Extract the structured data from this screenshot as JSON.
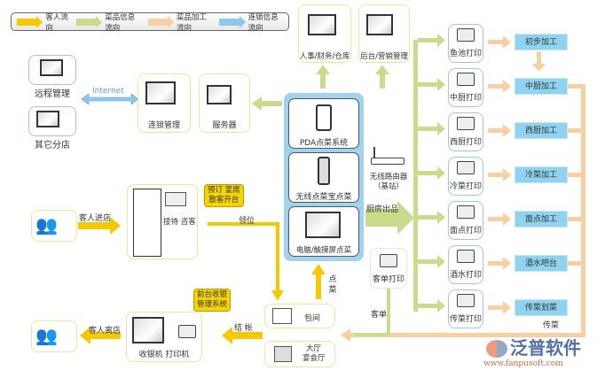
{
  "legend": {
    "items": [
      {
        "label": "客人流向",
        "color": "#f5c800"
      },
      {
        "label": "菜品信息流向",
        "color": "#c8dc8c"
      },
      {
        "label": "菜品加工流向",
        "color": "#f7cfa0"
      },
      {
        "label": "连锁信息流向",
        "color": "#8cc8ec"
      }
    ]
  },
  "remote": {
    "remote_mgmt": "远程管理",
    "branches": "其它分店",
    "internet": "Internet"
  },
  "chain": {
    "chain_mgmt": "连锁管理",
    "server": "服务器"
  },
  "backend": {
    "hr": "人事/财务/仓库",
    "marketing": "后台/营销管理"
  },
  "ordering": {
    "pda": "PDA点菜系统",
    "wireless": "无线点菜宝点菜",
    "touch": "电脑/触摸屏点菜"
  },
  "router": {
    "line1": "无线路由器",
    "line2": "（基站）"
  },
  "kitchen_out": "厨房出品",
  "printers": [
    "鱼池打印",
    "中厨打印",
    "西厨打印",
    "冷菜打印",
    "面点打印",
    "酒水打印",
    "传菜打印"
  ],
  "processes": [
    "初步加工",
    "中厨加工",
    "西厨加工",
    "冷菜加工",
    "面点加工",
    "酒水吧台",
    "传菜划菜"
  ],
  "guest_ticket": {
    "printer": "客单打印",
    "label": "客单"
  },
  "serve": "传菜",
  "rooms": {
    "private": "包间",
    "hall_line1": "大厅",
    "hall_line2": "宴会厅",
    "order": "点菜"
  },
  "reception": {
    "enter": "客人进店",
    "desk": "接待 咨客",
    "bubble_line1": "预订 宴席",
    "bubble_line2": "散客开台",
    "seat": "领位"
  },
  "cashier": {
    "checkout": "结 帐",
    "device": "收银机 打印机",
    "bubble_line1": "前台收银",
    "bubble_line2": "管理系统",
    "leave": "客人离店"
  },
  "logo": {
    "name": "泛普软件",
    "url": "www.fanpusoft.com"
  }
}
